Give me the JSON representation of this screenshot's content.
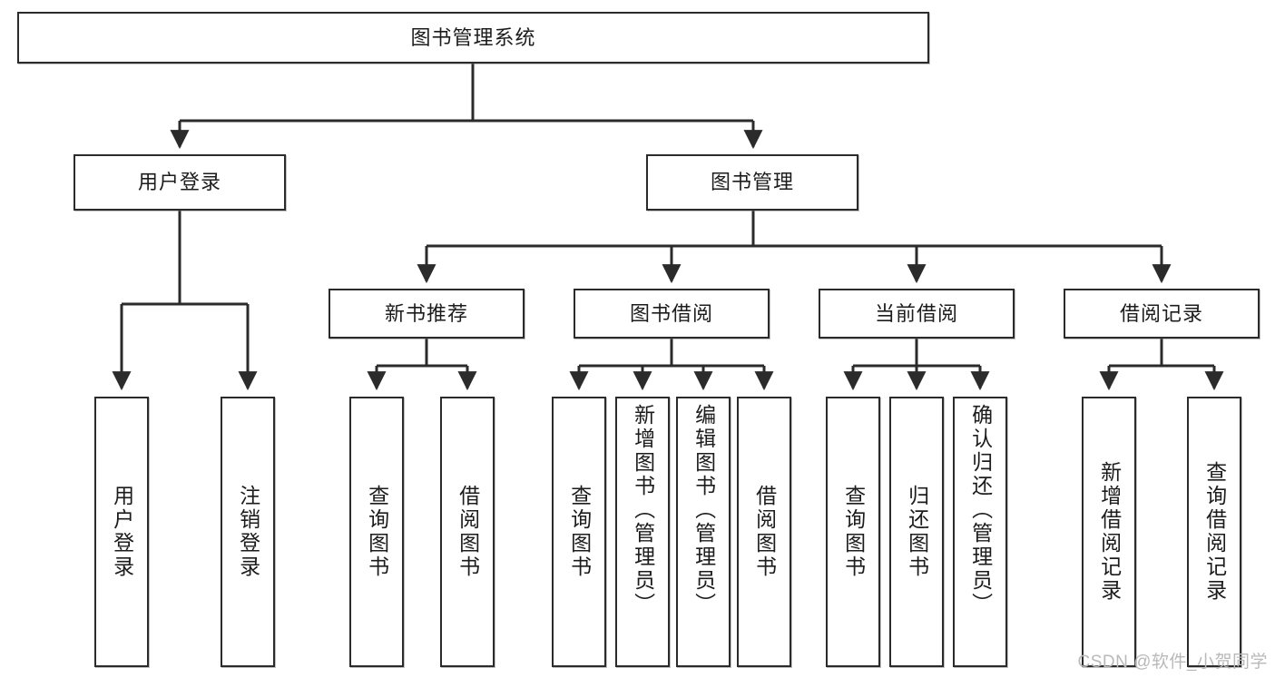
{
  "diagram": {
    "title": "图书管理系统",
    "watermark": "CSDN @软件_小贺同学",
    "colors": {
      "stroke": "#2b2b2b",
      "fill": "#ffffff",
      "text": "#1c1c1c",
      "watermark": "#b9b9b9"
    },
    "root": {
      "label": "图书管理系统"
    },
    "level2": [
      {
        "label": "用户登录"
      },
      {
        "label": "图书管理"
      }
    ],
    "level3": [
      {
        "label": "新书推荐"
      },
      {
        "label": "图书借阅"
      },
      {
        "label": "当前借阅"
      },
      {
        "label": "借阅记录"
      }
    ],
    "leaves": {
      "user_login": [
        {
          "label": "用户登录"
        },
        {
          "label": "注销登录"
        }
      ],
      "new_book": [
        {
          "label": "查询图书"
        },
        {
          "label": "借阅图书"
        }
      ],
      "borrow": [
        {
          "label": "查询图书"
        },
        {
          "label": "新增图书（管理员）"
        },
        {
          "label": "编辑图书（管理员）"
        },
        {
          "label": "借阅图书"
        }
      ],
      "current": [
        {
          "label": "查询图书"
        },
        {
          "label": "归还图书"
        },
        {
          "label": "确认归还（管理员）"
        }
      ],
      "records": [
        {
          "label": "新增借阅记录"
        },
        {
          "label": "查询借阅记录"
        }
      ]
    }
  }
}
